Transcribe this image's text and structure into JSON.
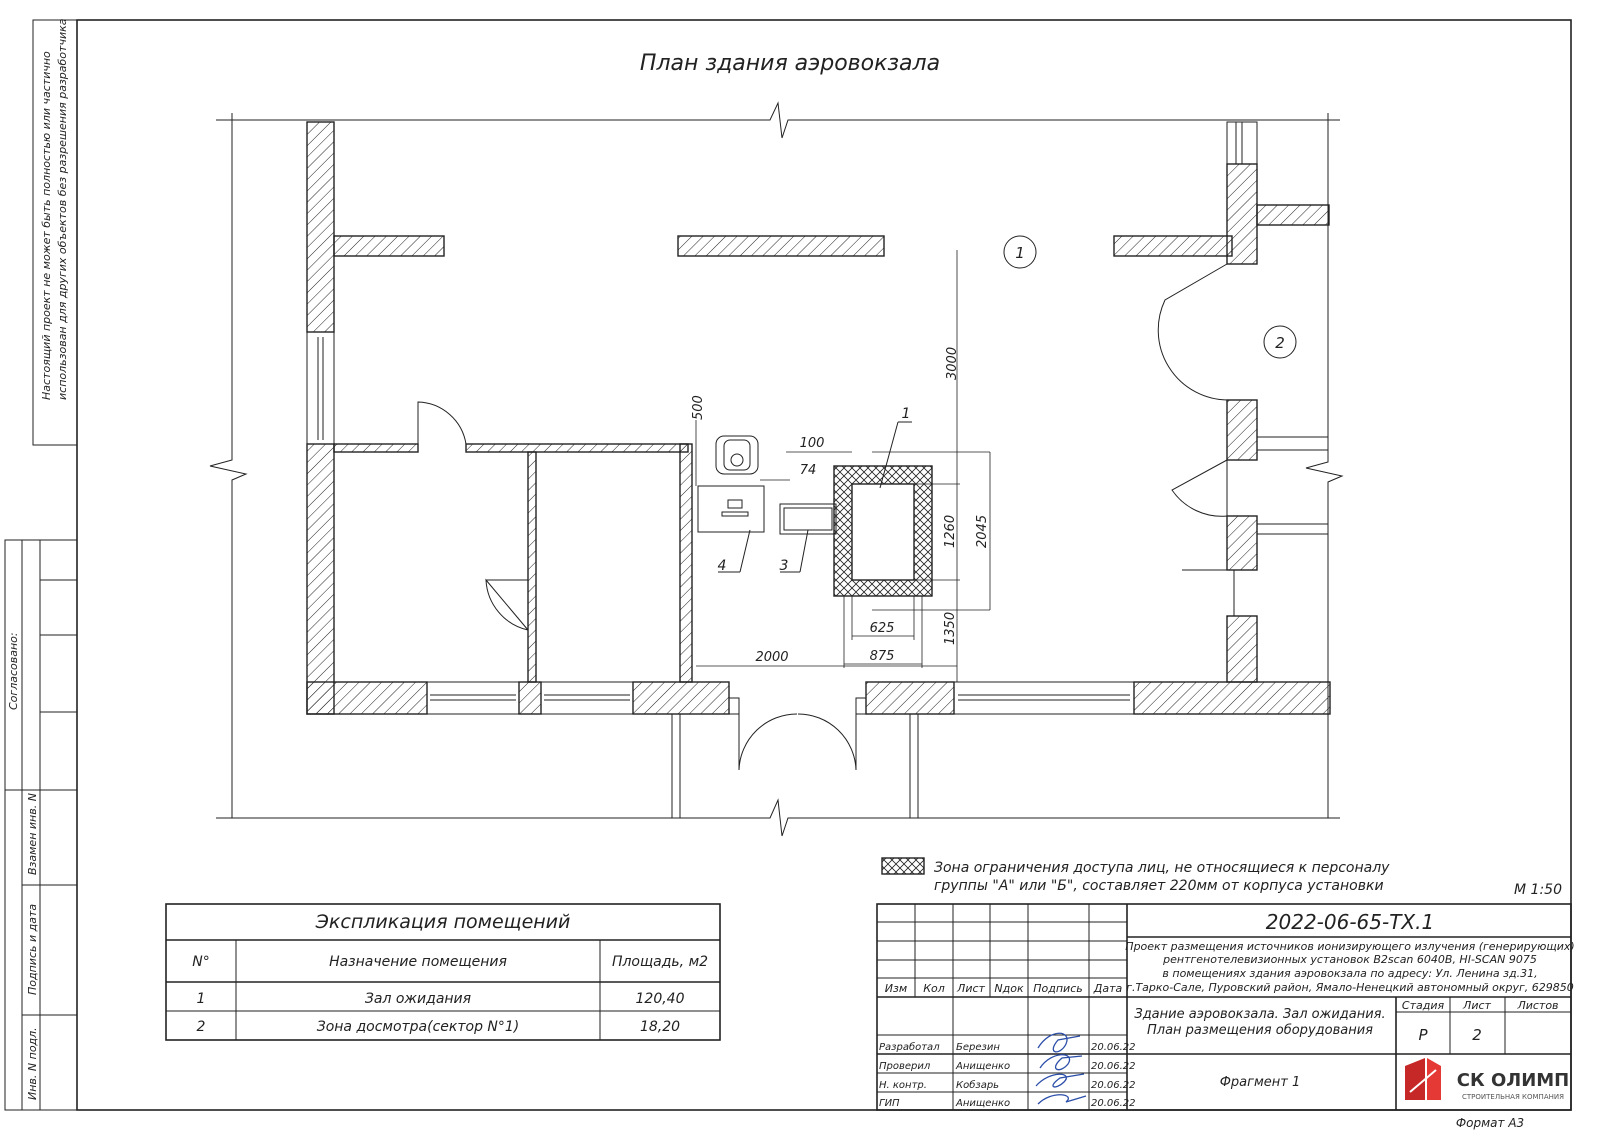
{
  "sheet": {
    "plan_title": "План здания аэровокзала",
    "side_note_line1": "Настоящий проект не может быть полностью или частично",
    "side_note_line2": "использован для других объектов без разрешения разработчика",
    "scale": "М 1:50",
    "format": "Формат А3",
    "left_stamp": {
      "agreed": "Согласовано:",
      "replaced_inv": "Взамен инв. N",
      "sign_date": "Подпись и дата",
      "inv_orig": "Инв. N подл."
    }
  },
  "plan": {
    "room1_tag": "1",
    "room2_tag": "2",
    "dims": {
      "d3000": "3000",
      "d500": "500",
      "d100": "100",
      "d74": "74",
      "d1260": "1260",
      "d2045": "2045",
      "d1350": "1350",
      "d625": "625",
      "d875": "875",
      "d2000": "2000"
    },
    "callouts": {
      "c1": "1",
      "c3": "3",
      "c4": "4"
    }
  },
  "legend": {
    "line1": "Зона ограничения доступа лиц, не относящиеся к персоналу",
    "line2": "группы \"А\" или \"Б\", составляет 220мм от корпуса установки"
  },
  "explication": {
    "title": "Экспликация помещений",
    "headers": [
      "N°",
      "Назначение помещения",
      "Площадь, м2"
    ],
    "rows": [
      [
        "1",
        "Зал ожидания",
        "120,40"
      ],
      [
        "2",
        "Зона досмотра(сектор N°1)",
        "18,20"
      ]
    ]
  },
  "title_block": {
    "code": "2022-06-65-ТХ.1",
    "project_line1": "Проект размещения источников ионизирующего излучения (генерирующих)",
    "project_line2": "рентгенотелевизионных установок  B2scan 6040B,  HI-SCAN 9075",
    "project_line3": "в помещениях здания аэровокзала по адресу: Ул. Ленина зд.31,",
    "project_line4": "г.Тарко-Сале, Пуровский район, Ямало-Ненецкий автономный округ, 629850",
    "drawing_line1": "Здание аэровокзала. Зал ожидания.",
    "drawing_line2": "План размещения оборудования",
    "fragment": "Фрагмент 1",
    "col_headers": [
      "Изм",
      "Кол",
      "Лист",
      "Nдок",
      "Подпись",
      "Дата"
    ],
    "stage_header": "Стадия",
    "sheet_header": "Лист",
    "sheets_header": "Листов",
    "stage": "Р",
    "sheet_no": "2",
    "staff": [
      {
        "role": "Разработал",
        "name": "Березин",
        "date": "20.06.22"
      },
      {
        "role": "Проверил",
        "name": "Анищенко",
        "date": "20.06.22"
      },
      {
        "role": "Н. контр.",
        "name": "Кобзарь",
        "date": "20.06.22"
      },
      {
        "role": "ГИП",
        "name": "Анищенко",
        "date": "20.06.22"
      }
    ],
    "company_name": "СК ОЛИМП",
    "company_sub": "СТРОИТЕЛЬНАЯ КОМПАНИЯ",
    "brand_color": "#c62828"
  }
}
